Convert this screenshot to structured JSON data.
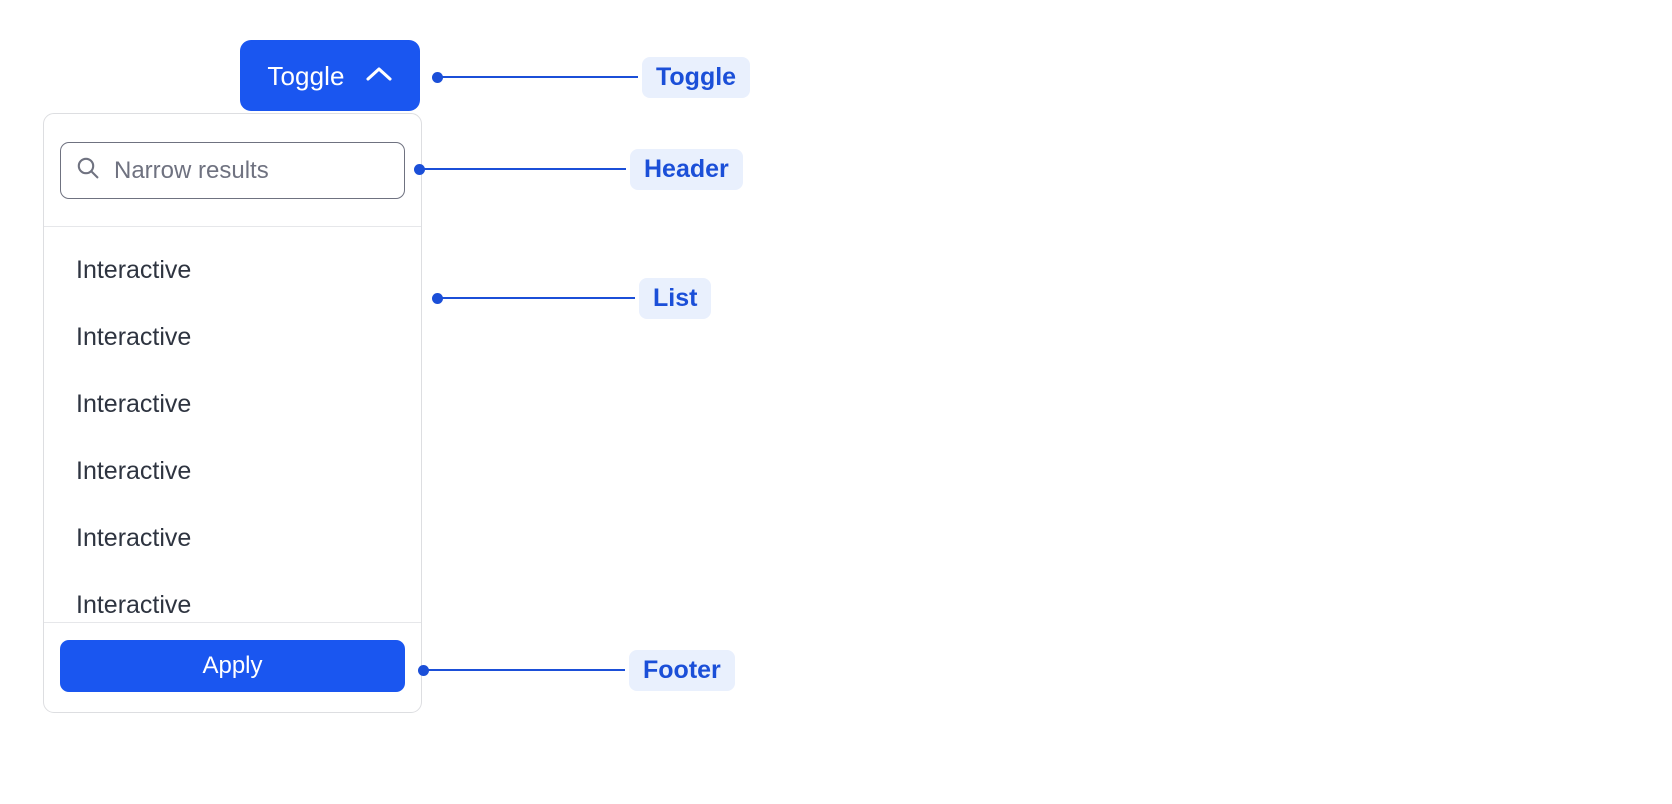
{
  "toggle": {
    "label": "Toggle",
    "icon": "chevron-up-icon",
    "expanded": true,
    "background_color": "#1a56f0",
    "text_color": "#ffffff"
  },
  "panel": {
    "header": {
      "search": {
        "icon": "search-icon",
        "placeholder": "Narrow results",
        "value": ""
      }
    },
    "list": {
      "items": [
        {
          "label": "Interactive"
        },
        {
          "label": "Interactive"
        },
        {
          "label": "Interactive"
        },
        {
          "label": "Interactive"
        },
        {
          "label": "Interactive"
        },
        {
          "label": "Interactive"
        }
      ]
    },
    "footer": {
      "apply_label": "Apply"
    },
    "border_color": "#dddee1",
    "background_color": "#ffffff"
  },
  "annotations": [
    {
      "label": "Toggle"
    },
    {
      "label": "Header"
    },
    {
      "label": "List"
    },
    {
      "label": "Footer"
    }
  ],
  "colors": {
    "accent": "#1a56f0",
    "annotation_text": "#1b4fd8",
    "annotation_background": "#e9f0fd",
    "list_text": "#2e3440",
    "placeholder_text": "#6f7280"
  }
}
